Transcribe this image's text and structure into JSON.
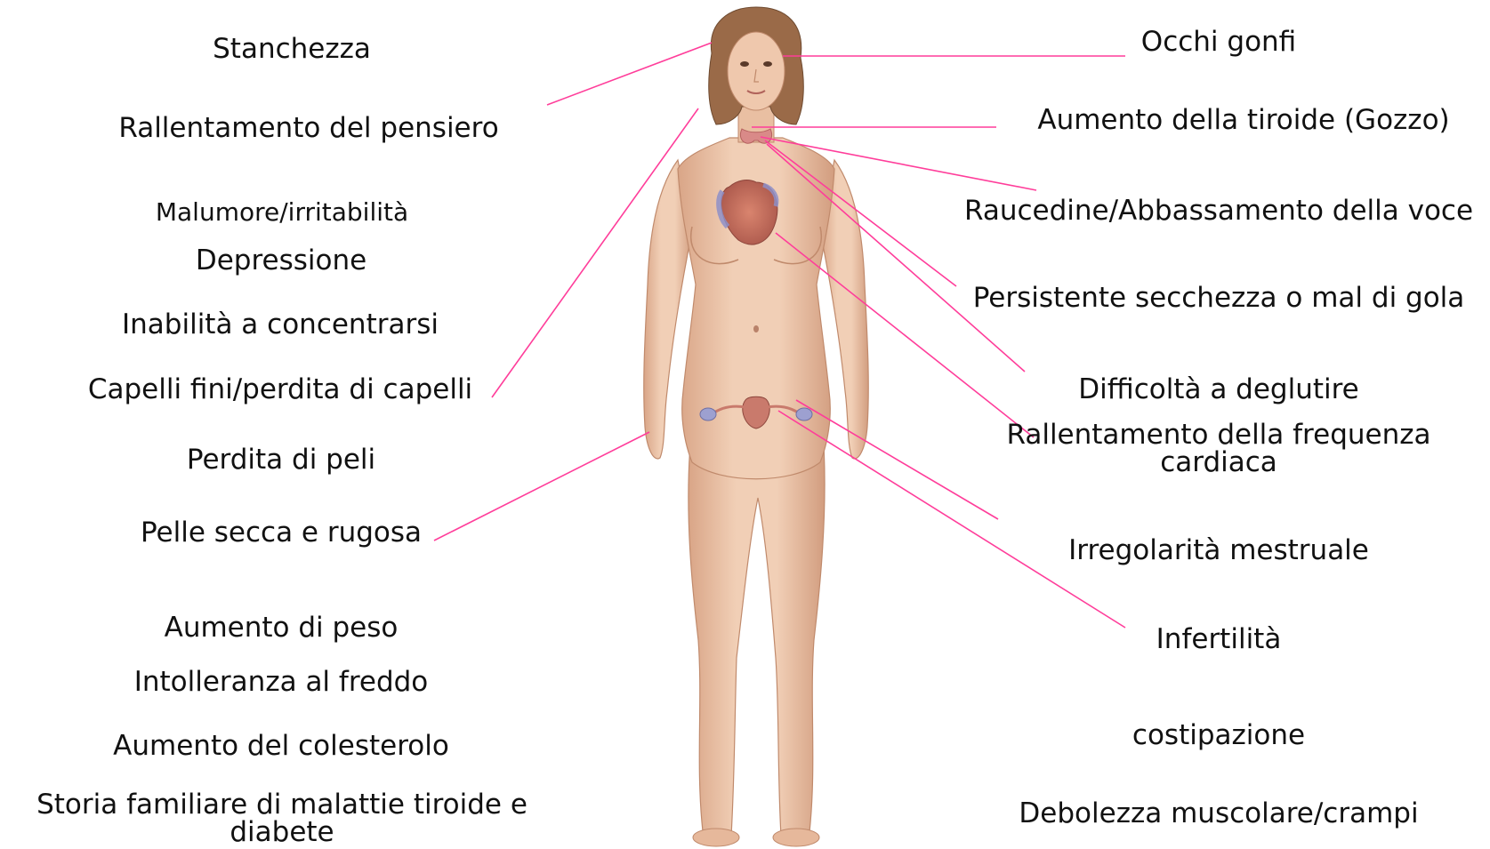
{
  "colors": {
    "leader_line": "#ff3d9a",
    "skin": "#ecc3a6",
    "skin_shadow": "#c99578",
    "hair": "#9a6a48",
    "organ_red": "#c8685a",
    "organ_blue": "#8e8fc8",
    "thyroid": "#d98a88"
  },
  "left_labels": [
    {
      "text": "Stanchezza"
    },
    {
      "text": "Rallentamento del pensiero"
    },
    {
      "text": "Malumore/irritabilità"
    },
    {
      "text": "Depressione"
    },
    {
      "text": "Inabilità a concentrarsi"
    },
    {
      "text": "Capelli fini/perdita di capelli"
    },
    {
      "text": "Perdita di peli"
    },
    {
      "text": "Pelle secca e rugosa"
    },
    {
      "text": "Aumento di peso"
    },
    {
      "text": "Intolleranza al freddo"
    },
    {
      "text": "Aumento del colesterolo"
    },
    {
      "lines": [
        "Storia familiare di malattie tiroide e",
        "diabete"
      ]
    }
  ],
  "right_labels": [
    {
      "text": "Occhi gonfi"
    },
    {
      "text": "Aumento della tiroide (Gozzo)"
    },
    {
      "text": "Raucedine/Abbassamento della voce"
    },
    {
      "text": "Persistente secchezza o mal di gola"
    },
    {
      "text": "Difficoltà a deglutire"
    },
    {
      "lines": [
        "Rallentamento della frequenza",
        "cardiaca"
      ]
    },
    {
      "text": "Irregolarità mestruale"
    },
    {
      "text": "Infertilità"
    },
    {
      "text": "costipazione"
    },
    {
      "text": "Debolezza muscolare/crampi"
    }
  ],
  "figure": {
    "icon": "female-body-illustration"
  }
}
